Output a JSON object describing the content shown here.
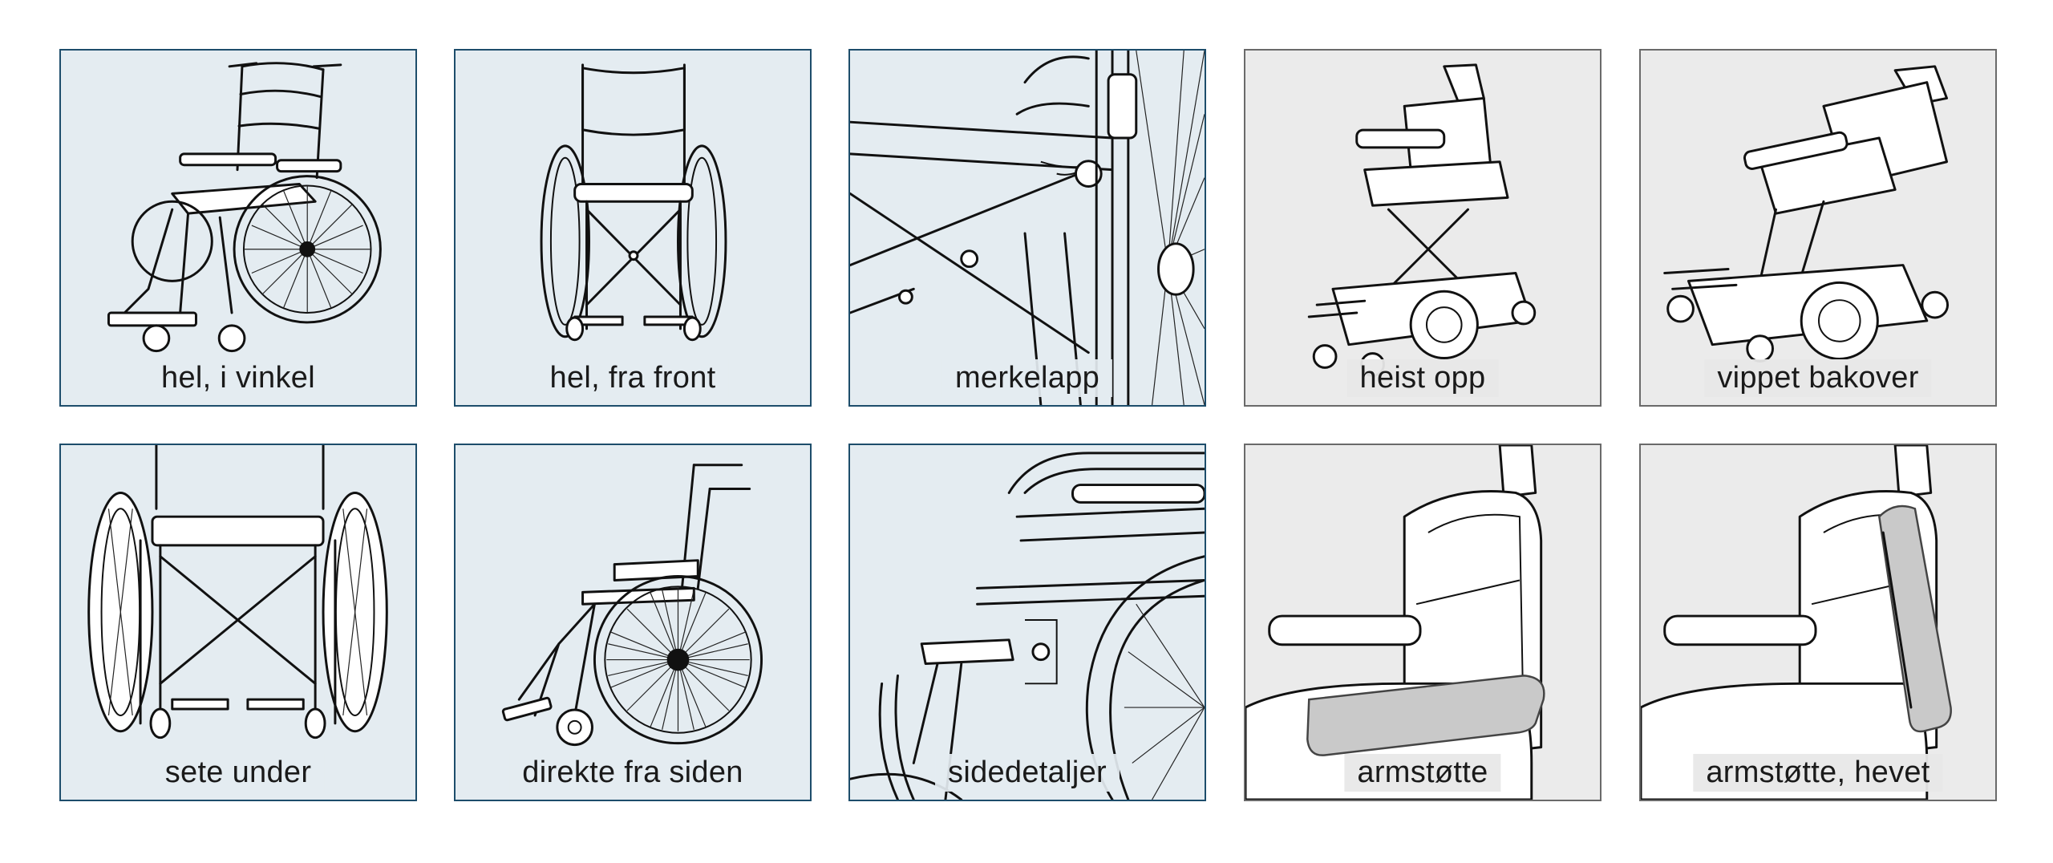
{
  "tiles": [
    {
      "label": "hel, i vinkel"
    },
    {
      "label": "hel, fra front"
    },
    {
      "label": "merkelapp"
    },
    {
      "label": "heist opp"
    },
    {
      "label": "vippet bakover"
    },
    {
      "label": "sete under"
    },
    {
      "label": "direkte fra siden"
    },
    {
      "label": "sidedetaljer"
    },
    {
      "label": "armstøtte"
    },
    {
      "label": "armstøtte, hevet"
    }
  ]
}
